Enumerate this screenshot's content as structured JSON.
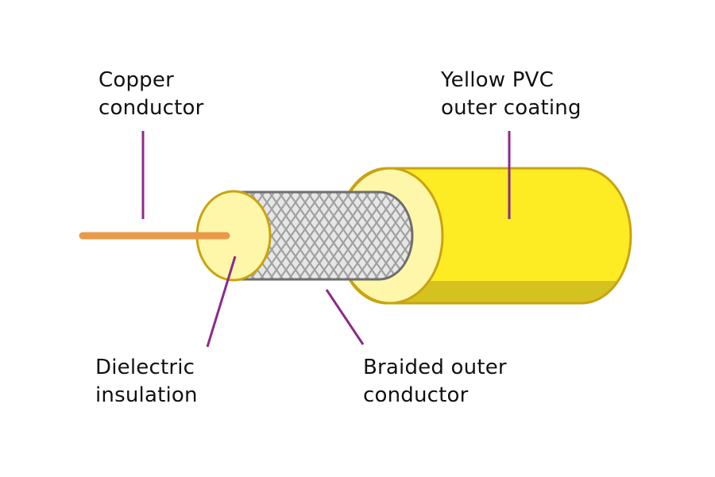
{
  "labels": {
    "copper": {
      "line1": "Copper",
      "line2": "conductor"
    },
    "pvc": {
      "line1": "Yellow PVC",
      "line2": "outer coating"
    },
    "dielectric": {
      "line1": "Dielectric",
      "line2": "insulation"
    },
    "braid": {
      "line1": "Braided outer",
      "line2": "conductor"
    }
  },
  "colors": {
    "pvc_fill": "#fdec23",
    "pvc_shadow": "#d4c220",
    "pvc_outline": "#c9a310",
    "dielectric_fill": "#fef7a9",
    "braid_fill": "#e6e6e6",
    "braid_lines": "#a0a0a0",
    "braid_outline": "#6e6e6e",
    "copper": "#e89a4a",
    "leader_line": "#8d2a8b"
  }
}
